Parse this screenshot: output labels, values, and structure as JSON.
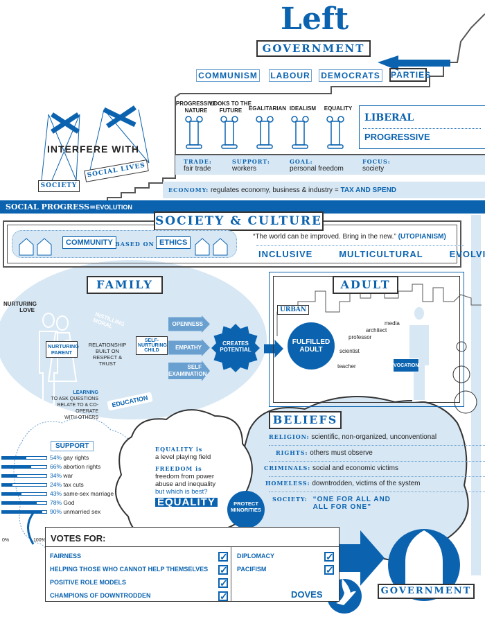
{
  "title": "Left",
  "top_banner": "GOVERNMENT",
  "parties": [
    "COMMUNISM",
    "LABOUR",
    "DEMOCRATS"
  ],
  "parties_label": "PARTIES",
  "traits": [
    "PROGRESSIVE NATURE",
    "LOOKS TO THE FUTURE",
    "EGALITARIAN",
    "IDEALISM",
    "EQUALITY"
  ],
  "ideology": [
    "LIBERAL",
    "PROGRESSIVE"
  ],
  "interfere": {
    "title": "INTERFERE WITH",
    "left": "SOCIETY",
    "right": "SOCIAL LIVES"
  },
  "facts": [
    {
      "label": "TRADE:",
      "value": "fair trade"
    },
    {
      "label": "SUPPORT:",
      "value": "workers"
    },
    {
      "label": "GOAL:",
      "value": "personal freedom"
    },
    {
      "label": "FOCUS:",
      "value": "society"
    }
  ],
  "economy": {
    "label": "ECONOMY:",
    "text": "regulates economy, business & industry =",
    "highlight": "TAX AND SPEND"
  },
  "social_progress": {
    "label": "SOCIAL PROGRESS=",
    "value": "EVOLUTION"
  },
  "society": {
    "title": "SOCIETY & CULTURE",
    "community": "COMMUNITY",
    "based_on": "BASED ON",
    "ethics": "ETHICS",
    "quote": "“The world can be improved. Bring in the new.”",
    "quote_tag": "(UTOPIANISM)",
    "words": [
      "INCLUSIVE",
      "MULTICULTURAL",
      "EVOLVING"
    ]
  },
  "family": {
    "title": "FAMILY",
    "nurturing_love": "NURTURING LOVE",
    "instilling": "INSTILLING MORAL",
    "parent": "NURTURING PARENT",
    "relationship": "RELATIONSHIP BUILT ON RESPECT & TRUST",
    "child": "SELF-NURTURING CHILD",
    "arrows": [
      "OPENNESS",
      "EMPATHY",
      "SELF EXAMINATION"
    ],
    "creates": "CREATES POTENTIAL",
    "learning_label": "LEARNING",
    "learning": [
      "TO ASK QUESTIONS",
      "RELATE TO & CO-OPERATE",
      "WITH OTHERS"
    ],
    "education": "EDUCATION"
  },
  "adult": {
    "title": "ADULT",
    "urban": "URBAN",
    "fulfilled": "FULFILLED ADULT",
    "jobs": [
      "media",
      "architect",
      "professor",
      "scientist",
      "teacher"
    ],
    "vocation": "VOCATION"
  },
  "beliefs": {
    "title": "BELIEFS",
    "items": [
      {
        "label": "RELIGION:",
        "value": "scientific, non-organized, unconventional"
      },
      {
        "label": "RIGHTS:",
        "value": "others must observe"
      },
      {
        "label": "CRIMINALS:",
        "value": "social and economic victims"
      },
      {
        "label": "HOMELESS:",
        "value": "downtrodden, victims of the system"
      },
      {
        "label": "SOCIETY:",
        "value": "“ONE FOR ALL AND ALL FOR ONE”"
      }
    ],
    "protect": "PROTECT MINORITIES"
  },
  "equality": {
    "eq_label": "EQUALITY is",
    "eq_text": "a level playing field",
    "fr_label": "FREEDOM is",
    "fr_text": "freedom from power abuse and inequality",
    "question": "but which is best?",
    "answer": "EQUALITY"
  },
  "support": {
    "title": "SUPPORT",
    "items": [
      {
        "pct": 54,
        "label": "gay rights"
      },
      {
        "pct": 66,
        "label": "abortion rights"
      },
      {
        "pct": 34,
        "label": "war"
      },
      {
        "pct": 24,
        "label": "tax cuts"
      },
      {
        "pct": 43,
        "label": "same-sex marriage"
      },
      {
        "pct": 78,
        "label": "God"
      },
      {
        "pct": 90,
        "label": "unmarried sex"
      }
    ],
    "axis_min": "0%",
    "axis_max": "100%"
  },
  "votes": {
    "title": "VOTES FOR:",
    "left": [
      "FAIRNESS",
      "HELPING THOSE WHO CANNOT HELP THEMSELVES",
      "POSITIVE ROLE MODELS",
      "CHAMPIONS OF DOWNTRODDEN"
    ],
    "right": [
      "DIPLOMACY",
      "PACIFISM"
    ],
    "doves": "DOVES"
  },
  "bottom_banner": "GOVERNMENT",
  "colors": {
    "blue": "#0b63b0",
    "light": "#d7e7f4"
  }
}
